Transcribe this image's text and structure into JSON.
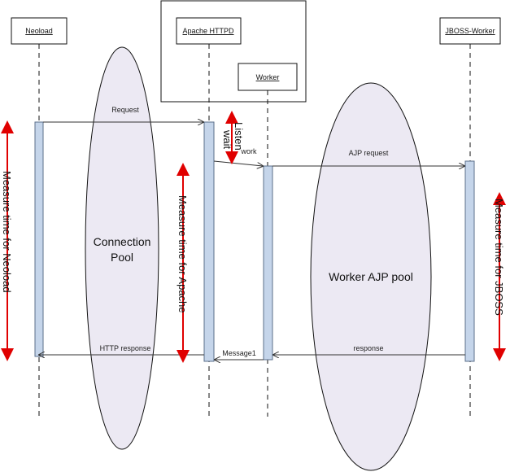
{
  "participants": {
    "neoload": "Neoload",
    "apache": "Apache HTTPD",
    "worker": "Worker",
    "jboss": "JBOSS-Worker"
  },
  "pools": {
    "connection_line1": "Connection",
    "connection_line2": "Pool",
    "worker_ajp": "Worker AJP pool"
  },
  "messages": {
    "request": "Request",
    "work": "work",
    "ajp_request": "AJP request",
    "http_response": "HTTP response",
    "message1": "Message1",
    "response": "response"
  },
  "annotations": {
    "listen": "Listen",
    "wait": "wait"
  },
  "measures": {
    "neoload": "Measure time for Neoload",
    "apache": "Measure time for Apache",
    "jboss": "Measure time for JBOSS"
  },
  "colors": {
    "activation": "#c5d5ea",
    "activation_border": "#5b6f8a",
    "ellipse_fill": "#ece9f3",
    "measure_red": "#e00000"
  }
}
